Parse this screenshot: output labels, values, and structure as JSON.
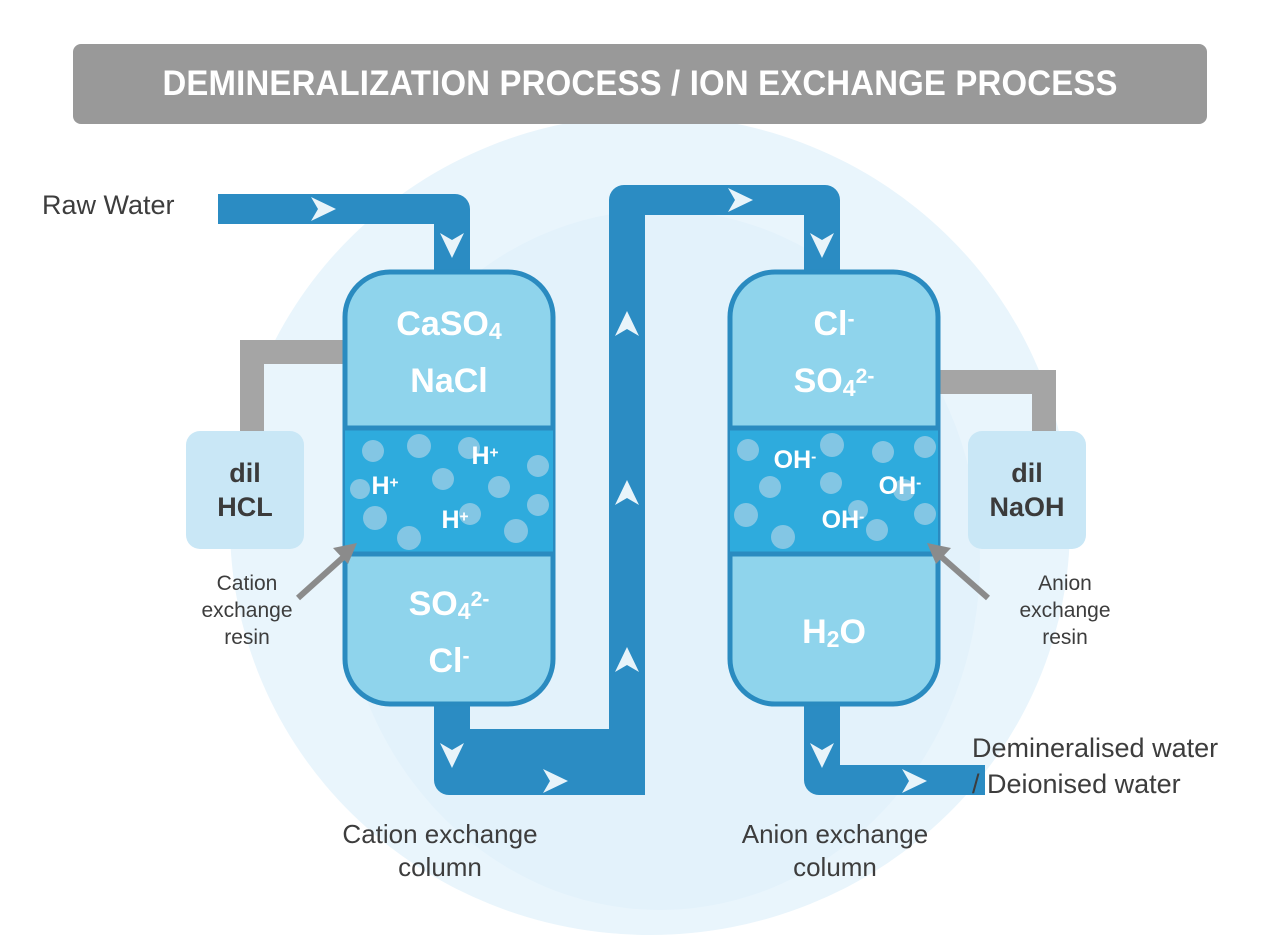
{
  "title": {
    "text": "DEMINERALIZATION PROCESS / ION EXCHANGE PROCESS",
    "bar_color": "#999999",
    "text_color": "#ffffff"
  },
  "palette": {
    "background": "#ffffff",
    "backdrop_circle": "#e9f5fc",
    "backdrop_circle_inner": "#dceefa",
    "pipe_blue": "#2b8cc3",
    "pipe_arrow": "#e8f4fa",
    "column_fill": "#8fd4ec",
    "column_border": "#2a8bc0",
    "resin_fill": "#2eabdd",
    "resin_bead": "#83c6e4",
    "reagent_box_fill": "#c9e7f6",
    "gray_pipe": "#a5a5a5",
    "arrow_gray": "#8b8b8b",
    "text_dark": "#3d3d3d",
    "text_white": "#ffffff"
  },
  "flow": {
    "inlet_label": "Raw Water",
    "outlet_label_line1": "Demineralised water",
    "outlet_label_line2": "/ Deionised water"
  },
  "cation_column": {
    "caption_line1": "Cation exchange",
    "caption_line2": "column",
    "top_section": [
      {
        "formula": "CaSO",
        "sub": "4",
        "sup": ""
      },
      {
        "formula": "NaCl",
        "sub": "",
        "sup": ""
      }
    ],
    "resin_section": {
      "ion_labels": [
        "H+",
        "H+",
        "H+"
      ],
      "ion_symbol": "H",
      "ion_charge": "+"
    },
    "bottom_section": [
      {
        "formula": "SO",
        "sub": "4",
        "sup": "2-"
      },
      {
        "formula": "Cl",
        "sub": "",
        "sup": "-"
      }
    ],
    "reagent": {
      "line1": "dil",
      "line2": "HCL"
    },
    "resin_note_line1": "Cation",
    "resin_note_line2": "exchange",
    "resin_note_line3": "resin"
  },
  "anion_column": {
    "caption_line1": "Anion exchange",
    "caption_line2": "column",
    "top_section": [
      {
        "formula": "Cl",
        "sub": "",
        "sup": "-"
      },
      {
        "formula": "SO",
        "sub": "4",
        "sup": "2-"
      }
    ],
    "resin_section": {
      "ion_labels": [
        "OH-",
        "OH-",
        "OH-"
      ],
      "ion_symbol": "OH",
      "ion_charge": "-"
    },
    "bottom_section": [
      {
        "formula": "H",
        "sub": "2",
        "sup": ""
      },
      {
        "formula": "O",
        "sub": "",
        "sup": ""
      }
    ],
    "bottom_section_text": "H2O",
    "reagent": {
      "line1": "dil",
      "line2": "NaOH"
    },
    "resin_note_line1": "Anion",
    "resin_note_line2": "exchange",
    "resin_note_line3": "resin"
  },
  "icons": {
    "flow_right": "chevron-right-arrow",
    "flow_down": "chevron-down-arrow",
    "flow_up": "chevron-up-arrow",
    "pointer": "pointer-arrow"
  }
}
